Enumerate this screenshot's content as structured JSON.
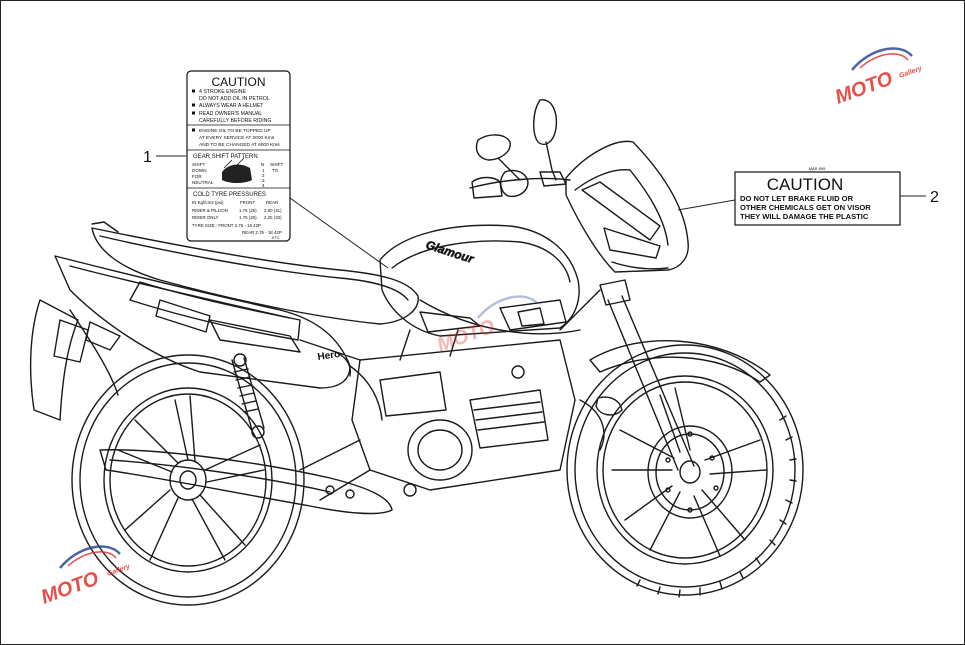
{
  "callouts": [
    {
      "number": "1"
    },
    {
      "number": "2"
    }
  ],
  "label_1": {
    "title": "CAUTION",
    "bullets": [
      "4 STROKE ENGINE",
      "DO NOT ADD OIL IN PETROL",
      "ALWAYS WEAR A HELMET",
      "READ OWNER'S MANUAL",
      "CAREFULLY BEFORE RIDING"
    ],
    "oil_lines": [
      "ENGINE OIL TO BE TOPPED UP",
      "AT EVERY SERVICE AT 2000 Kms",
      "AND TO BE CHANGED AT 6000 Kms"
    ],
    "gear_title": "GEAR SHIFT PATTERN",
    "gear_left": [
      "SHIFT",
      "DOWN",
      "FOR",
      "NEUTRAL"
    ],
    "gear_right": [
      "SHIFT",
      "TO"
    ],
    "gear_numbers": [
      "N",
      "1",
      "2",
      "3",
      "4"
    ],
    "tyre_title": "COLD TYRE PRESSURES",
    "tyre_header": {
      "unit": "IN Kgf/cm2 (psi)",
      "front": "FRONT",
      "rear": "REAR"
    },
    "tyre_rows": [
      {
        "label": "RIDER & PILLION",
        "front": "1.75 (25)",
        "rear": "2.80 (41)"
      },
      {
        "label": "RIDER ONLY",
        "front": "1.75 (25)",
        "rear": "2.25 (33)"
      }
    ],
    "tyre_size_front": "TYRE SIZE : FRONT 2.75 - 18 42P",
    "tyre_size_rear": "REAR   2.75 - 18 42P",
    "code": "KTC"
  },
  "label_2": {
    "code": "MAR 895",
    "title": "CAUTION",
    "lines": [
      "DO NOT LET BRAKE FLUID OR",
      "OTHER CHEMICALS GET ON VISOR",
      "THEY WILL DAMAGE THE PLASTIC"
    ]
  },
  "bike_text": {
    "tank_logo": "Glamour",
    "brand": "Hero"
  },
  "watermark": {
    "text": "MOTO",
    "sub": "Gallery"
  },
  "colors": {
    "line": "#1a1a1a",
    "watermark_red": "#e1322b",
    "watermark_blue": "#2b4a9b"
  }
}
